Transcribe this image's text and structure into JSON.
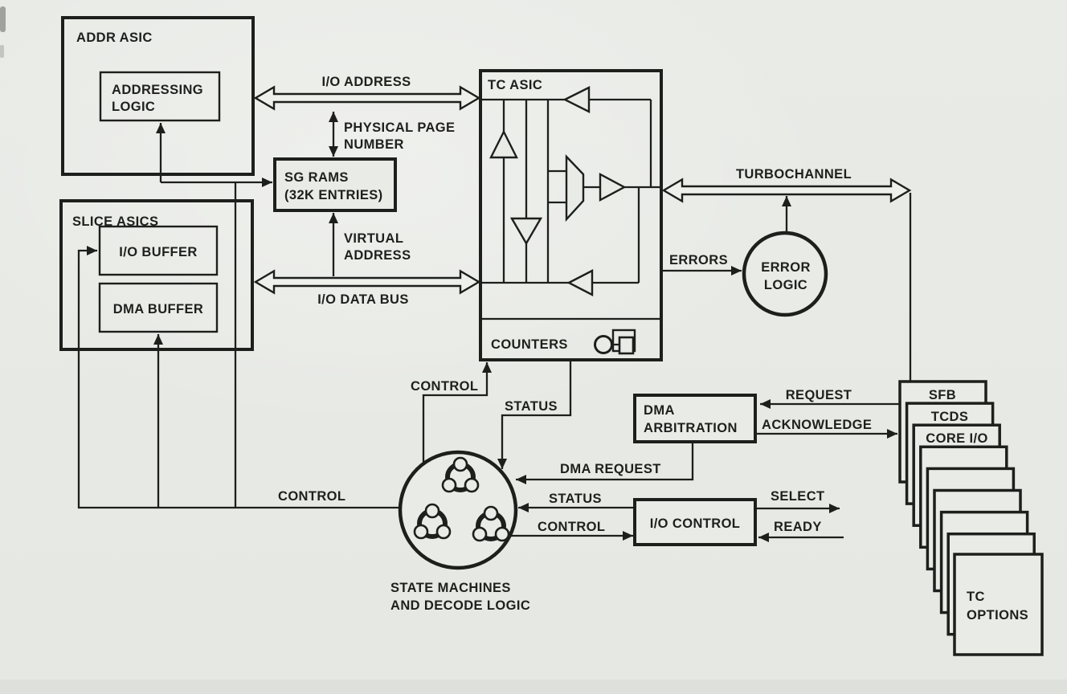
{
  "colors": {
    "paper": "#e9ebe7",
    "ink": "#1d1f1c"
  },
  "blocks": {
    "addr_asic": {
      "title": "ADDR ASIC"
    },
    "addressing_logic": {
      "line1": "ADDRESSING",
      "line2": "LOGIC"
    },
    "sg_rams": {
      "line1": "SG RAMS",
      "line2": "(32K ENTRIES)"
    },
    "slice_asics": {
      "title": "SLICE ASICS"
    },
    "io_buffer": {
      "label": "I/O BUFFER"
    },
    "dma_buffer": {
      "label": "DMA BUFFER"
    },
    "tc_asic": {
      "title": "TC ASIC",
      "counters_label": "COUNTERS"
    },
    "error_logic": {
      "line1": "ERROR",
      "line2": "LOGIC"
    },
    "dma_arbitration": {
      "line1": "DMA",
      "line2": "ARBITRATION"
    },
    "io_control": {
      "label": "I/O CONTROL"
    },
    "state_machines": {
      "caption_line1": "STATE MACHINES",
      "caption_line2": "AND DECODE LOGIC"
    },
    "tc_options": {
      "line1": "TC",
      "line2": "OPTIONS"
    }
  },
  "cards": [
    "SFB",
    "TCDS",
    "CORE I/O"
  ],
  "buses": {
    "io_address": "I/O ADDRESS",
    "io_data_bus": "I/O DATA BUS",
    "turbochannel": "TURBOCHANNEL"
  },
  "signals": {
    "physical_page_line1": "PHYSICAL PAGE",
    "physical_page_line2": "NUMBER",
    "virtual_address_line1": "VIRTUAL",
    "virtual_address_line2": "ADDRESS",
    "errors": "ERRORS",
    "control_to_tc": "CONTROL",
    "status_from_tc": "STATUS",
    "control_to_buffers": "CONTROL",
    "dma_request": "DMA REQUEST",
    "status_from_io_control": "STATUS",
    "control_to_io_control": "CONTROL",
    "request": "REQUEST",
    "acknowledge": "ACKNOWLEDGE",
    "select": "SELECT",
    "ready": "READY"
  }
}
